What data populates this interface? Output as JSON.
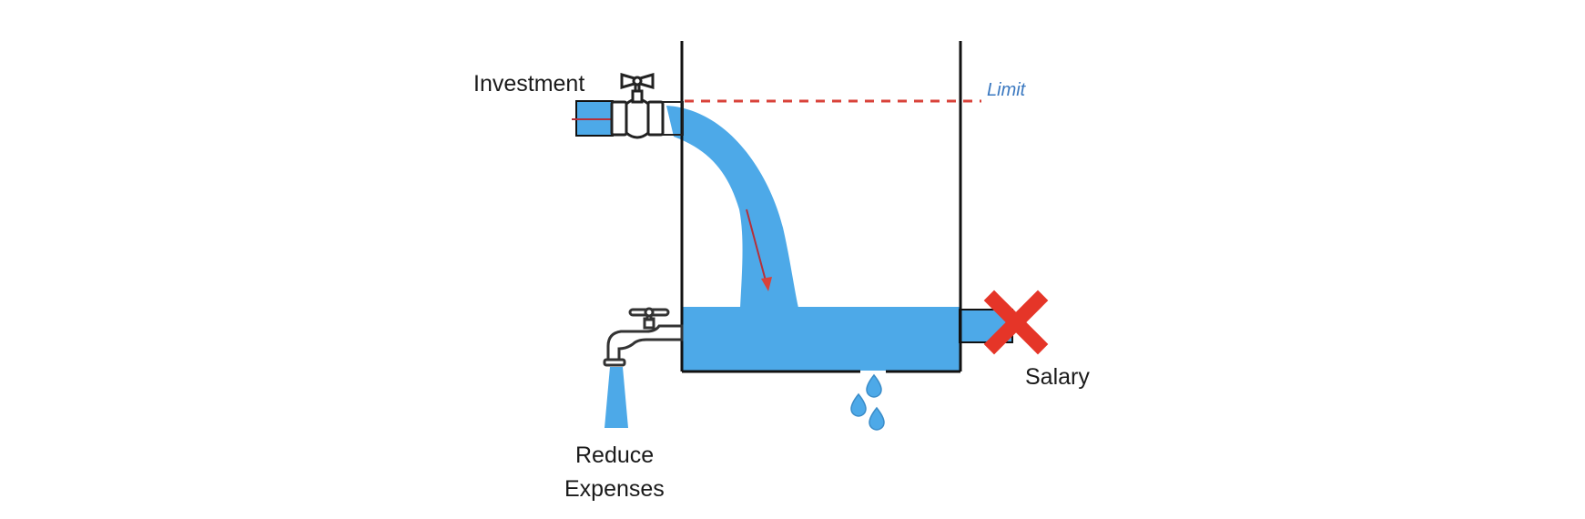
{
  "diagram": {
    "title": "Salary tank analogy",
    "labels": {
      "investment": "Investment",
      "limit": "Limit",
      "salary": "Salary",
      "reduce_expenses_line1": "Reduce",
      "reduce_expenses_line2": "Expenses"
    },
    "colors": {
      "water": "#4da9e8",
      "tank_outline": "#111111",
      "limit_line": "#d9423a",
      "limit_text": "#3a78c0",
      "cross": "#e53528",
      "arrow": "#b5303a"
    },
    "icons": {
      "investment_valve": "valve-icon",
      "expenses_tap": "faucet-icon",
      "salary_blocked": "red-x-icon",
      "leak": "water-drops-icon"
    }
  }
}
